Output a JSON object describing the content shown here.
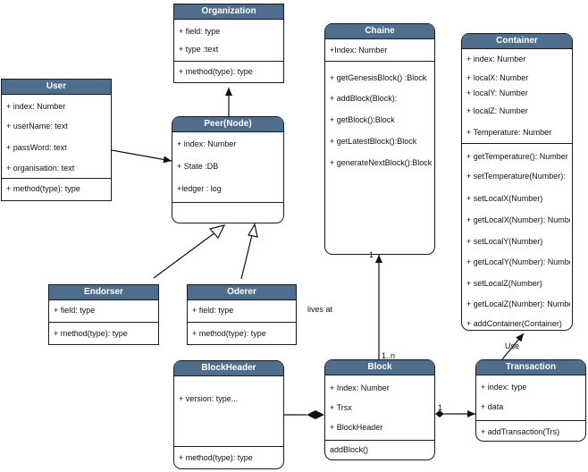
{
  "organization": {
    "title": "Organization",
    "attrs": [
      "+ field: type",
      "+ type :text"
    ],
    "methods": [
      "+ method(type): type"
    ]
  },
  "user": {
    "title": "User",
    "attrs": [
      "+ index: Number",
      "+ userName: text",
      "+ passWord: text",
      "+ organisation: text"
    ],
    "methods": [
      "+ method(type): type"
    ]
  },
  "peer": {
    "title": "Peer(Node)",
    "attrs": [
      "+ index: Number",
      "+ State :DB",
      "+ledger : log"
    ]
  },
  "endorser": {
    "title": "Endorser",
    "attrs": [
      "+ field: type"
    ],
    "methods": [
      "+ method(type): type"
    ]
  },
  "orderer": {
    "title": "Oderer",
    "attrs": [
      "+ field: type"
    ],
    "methods": [
      "+ method(type): type"
    ]
  },
  "chaine": {
    "title": "Chaine",
    "attrs": [
      "+Index: Number"
    ],
    "methods": [
      "+ getGenesisBlock() :Block",
      "+ addBlock(Block):",
      "+ getBlock():Block",
      "+ getLatestBlock():Block",
      "+ generateNextBlock():Block"
    ]
  },
  "container": {
    "title": "Container",
    "attrs": [
      "+ index: Number",
      "+ localX: Number",
      "+ localY: Number",
      "+ localZ: Number",
      "+ Temperature: Number"
    ],
    "methods": [
      "+ getTemperature(): Number",
      "+ setTemperature(Number):",
      "+ setLocalX(Number)",
      "+ getLocalX(Number): Number",
      "+ setLocalY(Number)",
      "+ getLocalY(Number): Number",
      "+ setLocalZ(Number)",
      "+ getLocalZ(Number): Number",
      "+ addContainer(Container)"
    ]
  },
  "blockheader": {
    "title": "BlockHeader",
    "attrs": [
      "+ version: type..."
    ],
    "methods": [
      "+ method(type): type"
    ]
  },
  "block": {
    "title": "Block",
    "attrs": [
      "+ Index: Number",
      "+ Trsx",
      "+ BlockHeader"
    ],
    "methods": [
      "addBlock()"
    ]
  },
  "transaction": {
    "title": "Transaction",
    "attrs": [
      "+ index: type",
      "+ data"
    ],
    "methods": [
      "+ addTransaction(Trs)"
    ]
  },
  "labels": {
    "lives_at": "lives at",
    "one_top": "1",
    "one_n": "1..n",
    "use": "Use",
    "one_right": "1"
  }
}
